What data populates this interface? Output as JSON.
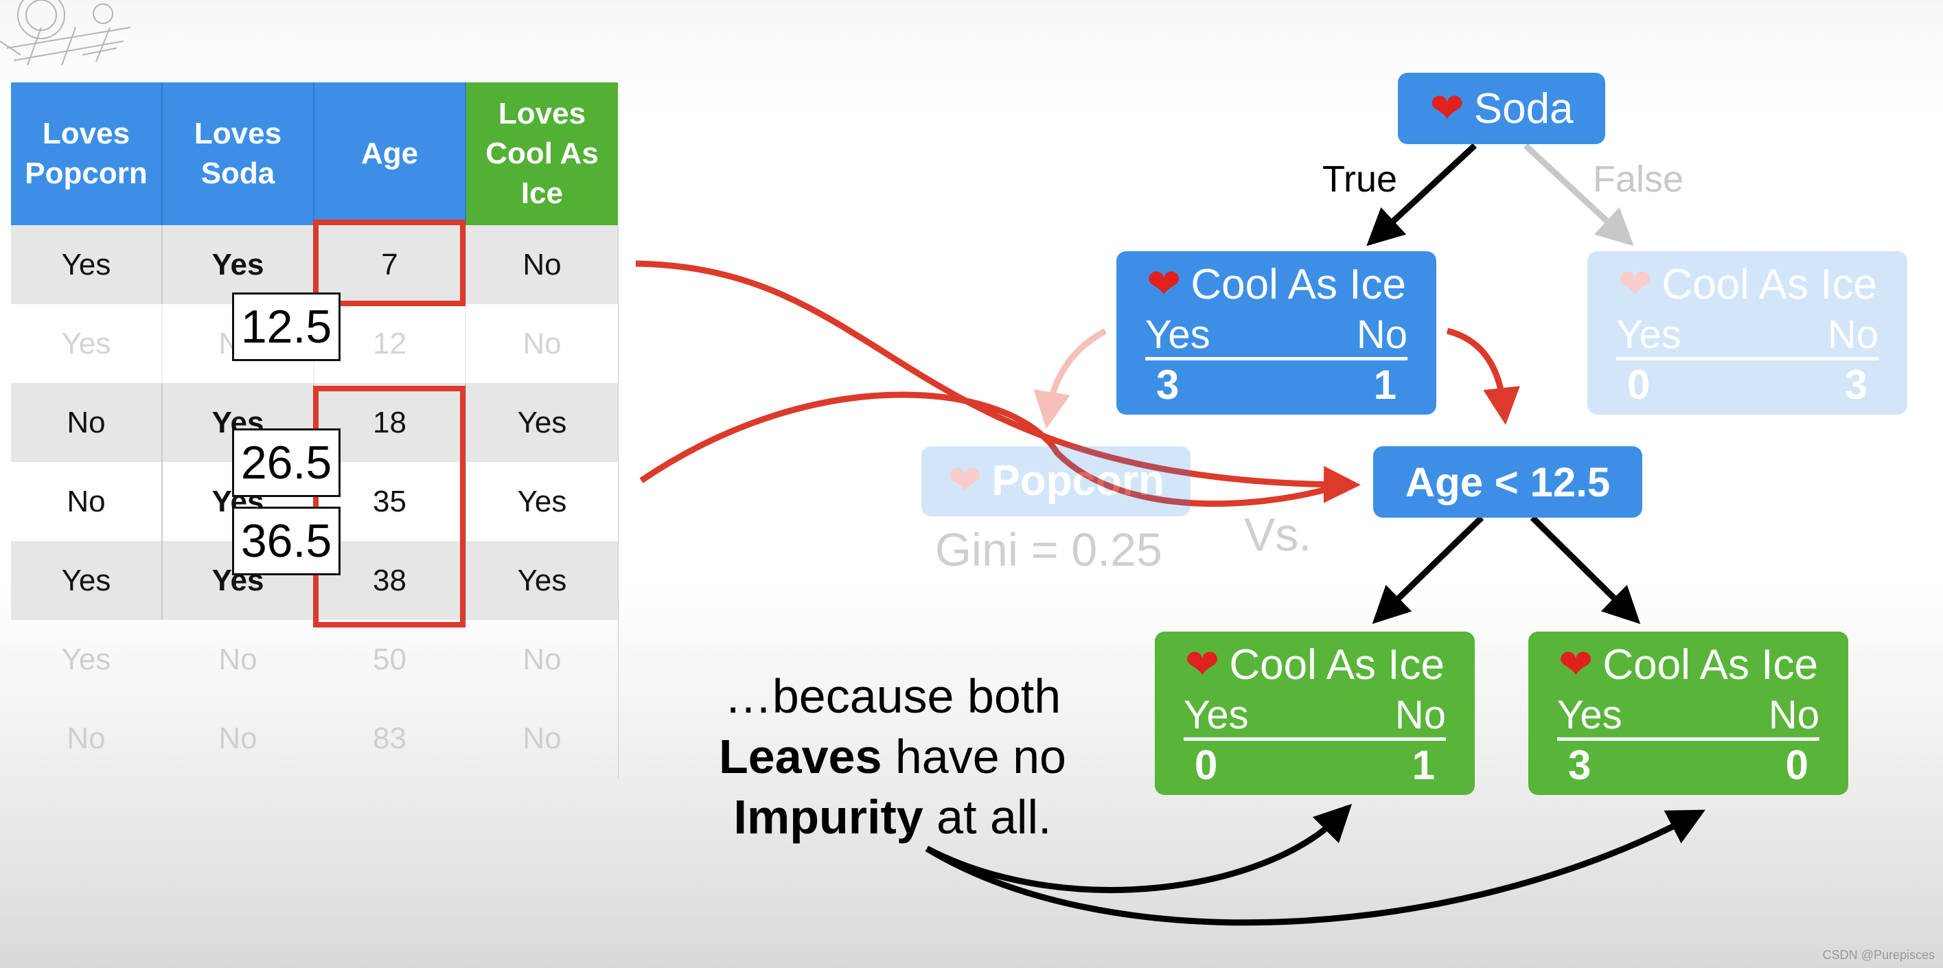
{
  "table": {
    "headers": [
      "Loves Popcorn",
      "Loves Soda",
      "Age",
      "Loves Cool As Ice"
    ],
    "rows": [
      [
        "Yes",
        "Yes",
        "7",
        "No"
      ],
      [
        "Yes",
        "No",
        "12",
        "No"
      ],
      [
        "No",
        "Yes",
        "18",
        "Yes"
      ],
      [
        "No",
        "Yes",
        "35",
        "Yes"
      ],
      [
        "Yes",
        "Yes",
        "38",
        "Yes"
      ],
      [
        "Yes",
        "No",
        "50",
        "No"
      ],
      [
        "No",
        "No",
        "83",
        "No"
      ]
    ],
    "thresholds": [
      "12.5",
      "26.5",
      "36.5"
    ]
  },
  "tree": {
    "root": "Soda",
    "edge_true": "True",
    "edge_false": "False",
    "left": {
      "title": "Cool As Ice",
      "yes_label": "Yes",
      "no_label": "No",
      "yes": "3",
      "no": "1"
    },
    "right": {
      "title": "Cool As Ice",
      "yes_label": "Yes",
      "no_label": "No",
      "yes": "0",
      "no": "3"
    },
    "popcorn": "Popcorn",
    "gini": "Gini = 0.25",
    "vs": "Vs.",
    "age_node": "Age < 12.5",
    "leaf_left": {
      "title": "Cool As Ice",
      "yes_label": "Yes",
      "no_label": "No",
      "yes": "0",
      "no": "1"
    },
    "leaf_right": {
      "title": "Cool As Ice",
      "yes_label": "Yes",
      "no_label": "No",
      "yes": "3",
      "no": "0"
    }
  },
  "caption": {
    "line1": "…because both",
    "line2_bold": "Leaves",
    "line2_rest": " have no",
    "line3_bold": "Impurity",
    "line3_rest": " at all."
  },
  "credit": "CSDN @Purepisces",
  "colors": {
    "blue": "#3d8fe6",
    "green": "#58b53a",
    "red": "#dc3a2a",
    "heart": "#e0211e"
  },
  "icons": [
    "heart-icon",
    "logo-sketch"
  ]
}
